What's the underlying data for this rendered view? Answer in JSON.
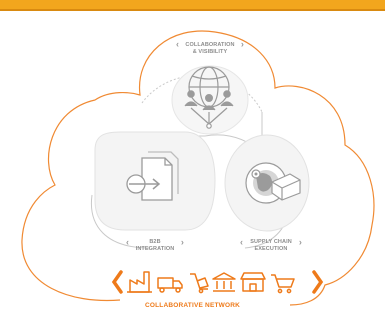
{
  "header": {
    "accent_color": "#f2a61d"
  },
  "colors": {
    "cloud_outline": "#f08a33",
    "network_orange": "#ee7a1a",
    "icon_gray": "#9b9b9b",
    "label_gray": "#8d8d8d"
  },
  "nodes": {
    "collaboration": {
      "line1": "COLLABORATION",
      "line2": "& VISIBILITY",
      "icon": "globe-people-icon"
    },
    "b2b": {
      "line1": "B2B",
      "line2": "INTEGRATION",
      "icon": "document-arrow-icon"
    },
    "supply_chain": {
      "line1": "SUPPLY CHAIN",
      "line2": "EXECUTION",
      "icon": "globe-box-icon"
    }
  },
  "network": {
    "title": "COLLABORATIVE NETWORK",
    "icons": [
      "factory-icon",
      "truck-icon",
      "handcart-icon",
      "bank-icon",
      "store-icon",
      "shopping-cart-icon"
    ]
  }
}
